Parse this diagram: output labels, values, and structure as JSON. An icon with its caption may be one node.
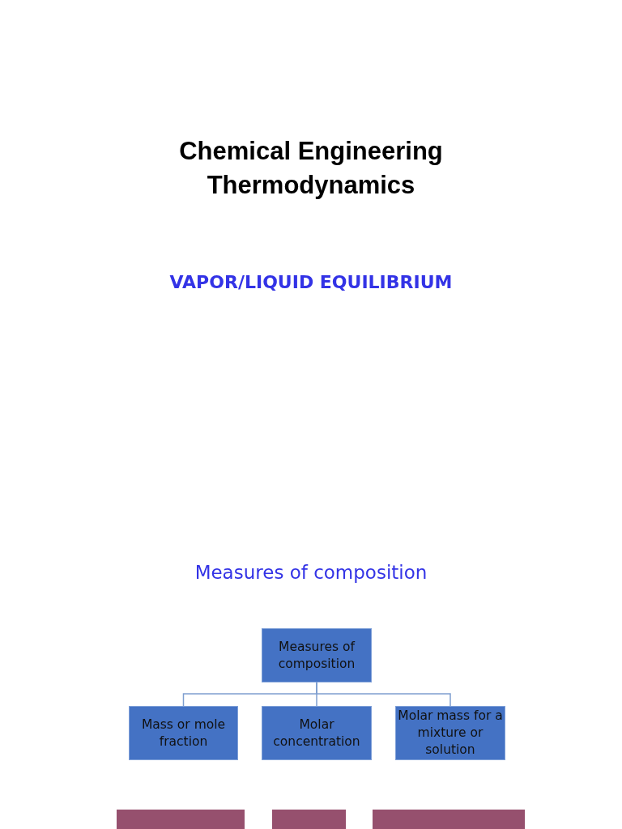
{
  "diagram": {
    "title": "Chemical Engineering Thermodynamics",
    "nodes": [
      {
        "text": [
          "Measures of composition"
        ]
      },
      {
        "text": [
          "Mass or mole fraction"
        ]
      },
      {
        "text": [
          "Molar concentration"
        ]
      },
      {
        "text": [
          "Molar mass for a mixture or solution"
        ]
      },
      {
        "text": [],
        "shape": "box"
      },
      {
        "text": [],
        "shape": "box"
      },
      {
        "text": [],
        "shape": "box"
      }
    ],
    "edges": [
      {
        "from": 0,
        "to": 1,
        "arrow": "none"
      },
      {
        "from": 0,
        "to": 2,
        "arrow": "none"
      },
      {
        "from": 0,
        "to": 3,
        "arrow": "none"
      }
    ],
    "labels": [
      "VAPOR/LIQUID EQUILIBRIUM",
      "Measures of composition"
    ]
  }
}
